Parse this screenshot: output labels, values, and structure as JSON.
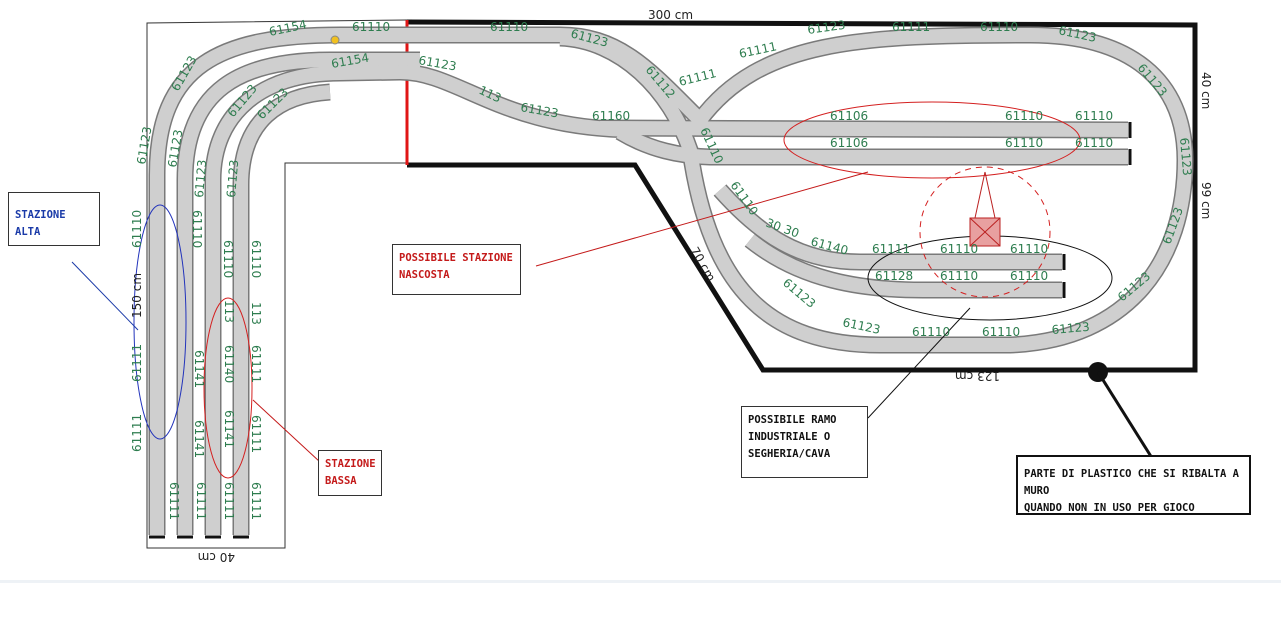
{
  "dimensions": {
    "length_top": "300 cm",
    "left_depth": "150 cm",
    "bottom_left": "40 cm",
    "right_top": "40 cm",
    "right_side": "99 cm",
    "diagonal": "70 cm",
    "bottom_right": "123 cm"
  },
  "callouts": {
    "stazione_alta": "STAZIONE ALTA",
    "nascosta_line1": "POSSIBILE STAZIONE",
    "nascosta_line2": "NASCOSTA",
    "bassa_line1": "STAZIONE",
    "bassa_line2": "BASSA",
    "ramo_line1": "POSSIBILE RAMO",
    "ramo_line2": "INDUSTRIALE O",
    "ramo_line3": "SEGHERIA/CAVA",
    "plastico_line1": "PARTE DI PLASTICO CHE SI RIBALTA A MURO",
    "plastico_line2": "QUANDO NON IN USO PER GIOCO"
  },
  "track_labels": {
    "l01": "61154",
    "l02": "61110",
    "l03": "61123",
    "l04": "61111",
    "l05": "61123",
    "l06": "61123",
    "l07": "61154",
    "l08": "61123",
    "l09": "113",
    "l10": "61123",
    "l11": "61160",
    "l12": "61106",
    "l13": "61106",
    "l14": "61110",
    "l15": "61110",
    "l16": "61110",
    "l17": "61110",
    "l18": "61123",
    "l19": "61123",
    "l20": "61123",
    "l21": "61123",
    "l22": "61111",
    "l23": "61110",
    "l24": "61110",
    "l25": "61110",
    "l26": "61110",
    "l27": "61140",
    "l28": "30 30",
    "l29": "61123",
    "l30": "61123",
    "l31": "61110",
    "l32": "61110",
    "l33": "61123",
    "l34": "61123",
    "l35": "61123",
    "l36": "61123",
    "l37": "61123",
    "l38": "61123",
    "l39": "61110",
    "l40": "61110",
    "l41": "61110",
    "l42": "61110",
    "l43": "61111",
    "l44": "61111",
    "l45": "61141",
    "l46": "61141",
    "l47": "61111",
    "l48": "61111",
    "l49": "113",
    "l50": "113",
    "l51": "61111",
    "l52": "61140",
    "l53": "61111",
    "l54": "61111",
    "l55": "61110",
    "l56": "61110",
    "l57": "61111",
    "l58": "61128",
    "l59": "61110",
    "l60": "61110",
    "l61": "61112",
    "l62": "61111",
    "l63": "61123",
    "l64": "61123",
    "l65": "61141",
    "l66": "61111"
  },
  "colors": {
    "track_fill": "#cfcfcf",
    "track_edge": "#7a7a7a",
    "label_green": "#2e7d4f",
    "hidden_station_red": "#d42020",
    "upper_station_blue": "#2233bb"
  }
}
